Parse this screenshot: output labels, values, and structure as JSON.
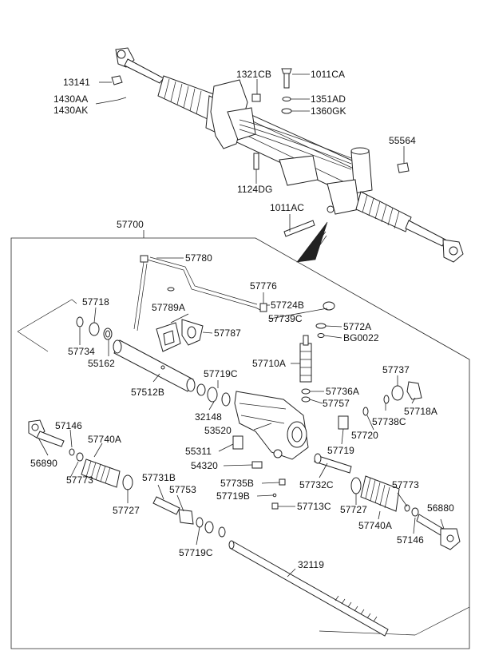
{
  "diagram": {
    "labels": {
      "p13141": "13141",
      "p1430AA": "1430AA",
      "p1430AK": "1430AK",
      "p1321CB": "1321CB",
      "p1011CA": "1011CA",
      "p1351AD": "1351AD",
      "p1360GK": "1360GK",
      "p55564": "55564",
      "p1124DG": "1124DG",
      "p1011AC": "1011AC",
      "p57700": "57700",
      "p57780": "57780",
      "p57776": "57776",
      "p57718": "57718",
      "p57789A": "57789A",
      "p57724B": "57724B",
      "p57739C": "57739C",
      "p57787": "57787",
      "p5772A": "5772A",
      "pBG0022": "BG0022",
      "p57734": "57734",
      "p55162": "55162",
      "p57710A": "57710A",
      "p57719C_top": "57719C",
      "p57512B": "57512B",
      "p57737": "57737",
      "p57736A": "57736A",
      "p57757": "57757",
      "p32148": "32148",
      "p57718A": "57718A",
      "p57738C": "57738C",
      "p53520": "53520",
      "p57146_left": "57146",
      "p57720": "57720",
      "p57740A_left": "57740A",
      "p55311": "55311",
      "p57719": "57719",
      "p56890": "56890",
      "p54320": "54320",
      "p57773_left": "57773",
      "p57731B": "57731B",
      "p57753": "57753",
      "p57735B": "57735B",
      "p57732C": "57732C",
      "p57773_right": "57773",
      "p57719B": "57719B",
      "p56880": "56880",
      "p57727_left": "57727",
      "p57713C": "57713C",
      "p57727_right": "57727",
      "p57740A_right": "57740A",
      "p57146_right": "57146",
      "p57719C_bottom": "57719C",
      "p32119": "32119"
    }
  }
}
